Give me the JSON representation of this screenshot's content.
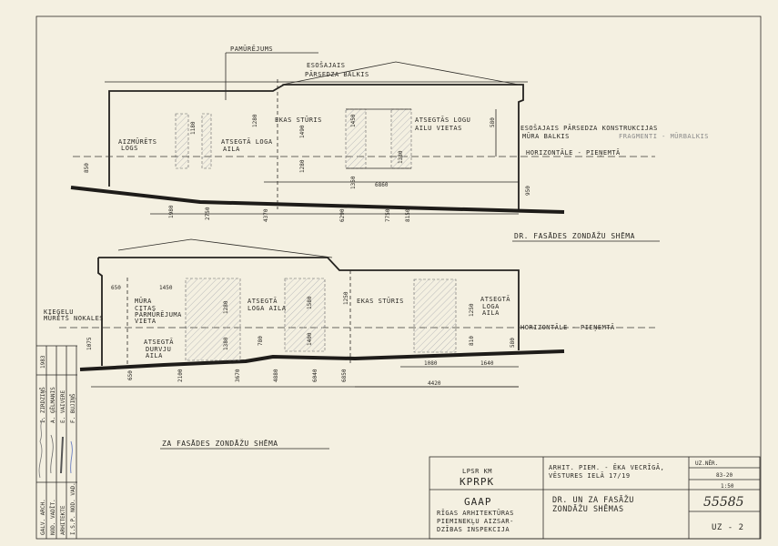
{
  "top_elevation": {
    "title": "DR. FASĀDES ZONDĀŽU SHĒMA",
    "labels": {
      "pamurejums": "PAMŪRĒJUMS",
      "beam_top": "ESOŠAJAIS",
      "beam_top2": "PĀRSEDZA BALKIS",
      "niche": "AIZMŪRĒTS",
      "niche2": "LOGS",
      "open_window": "ATSEGTĀ LOGA",
      "open_window2": "AILA",
      "floor": "EKAS STŪRIS",
      "exposed_windows": "ATSEGTĀS LOGU",
      "exposed_windows2": "AILU VIETAS",
      "beam_right": "ESOŠAJAIS PĀRSEDZA KONSTRUKCIJAS",
      "beam_right2": "MŪRA BALKIS",
      "fragment": "FRAGMENTI - MŪRBALKIS",
      "horizontal": "HORIZONTĀLE - PIEŅEMTĀ"
    },
    "dims": [
      "850",
      "1180",
      "1280",
      "1490",
      "1280",
      "1350",
      "1380",
      "580",
      "6860",
      "1450",
      "1980",
      "2750",
      "4370",
      "6290",
      "7750",
      "8150",
      "950"
    ]
  },
  "bottom_elevation": {
    "title": "ZA FASĀDES ZONDĀŽU SHĒMA",
    "labels": {
      "plinth": "KIEĢEĻU",
      "plinth2": "MŪRĒTS NOKALES",
      "wall": "MŪRA",
      "wall2": "CITAS",
      "wall3": "PĀRMŪRĒJUMA",
      "wall4": "VIETA",
      "door": "ATSEGTĀ",
      "door2": "DURVJU",
      "door3": "AILA",
      "window_mid": "ATSEGTĀ",
      "window_mid2": "LOGA AILA",
      "floor": "EKAS STŪRIS",
      "window_right": "ATSEGTĀ",
      "window_right2": "LOGA",
      "window_right3": "AILA",
      "horizontal": "HORIZONTĀLE - PIEŅEMTĀ"
    },
    "dims": [
      "650",
      "1450",
      "1280",
      "1380",
      "780",
      "1580",
      "1400",
      "1250",
      "810",
      "580",
      "1075",
      "650",
      "2100",
      "3670",
      "4880",
      "6040",
      "6850",
      "1080",
      "1640",
      "4420"
    ]
  },
  "title_block": {
    "org1": "LPSR KM",
    "org1b": "KPRPK",
    "org2": "GAAP",
    "org2b": "RĪGAS ARHITEKTŪRAS",
    "org2c": "PIEMINEKĻU AIZSAR-",
    "org2d": "DZĪBAS INSPEKCIJA",
    "project": "ARHIT. PIEM. - ĒKA VECRĪGĀ,",
    "project2": "VĒSTURES IELĀ 17/19",
    "sheet_title": "DR. UN ZA FASĀŽU",
    "sheet_title2": "ZONDĀŽU SHĒMAS",
    "order_label": "UZ.NĒR.",
    "order_no": "83-20",
    "scale": "1:50",
    "archive_no": "55585",
    "sheet_no": "UZ - 2"
  },
  "signatures": {
    "rows": [
      {
        "role": "GALV. ARCH.",
        "name": "I. ZIRDZIŅŠ"
      },
      {
        "role": "NOD. VADĪT.",
        "name": "A. ĢĒLMANIS"
      },
      {
        "role": "ARHITEKTE",
        "name": "E. VAIVERE"
      },
      {
        "role": "I.S.P. NOD. VAD.",
        "name": "F. BUJIŅŠ"
      }
    ],
    "date": "1983"
  }
}
